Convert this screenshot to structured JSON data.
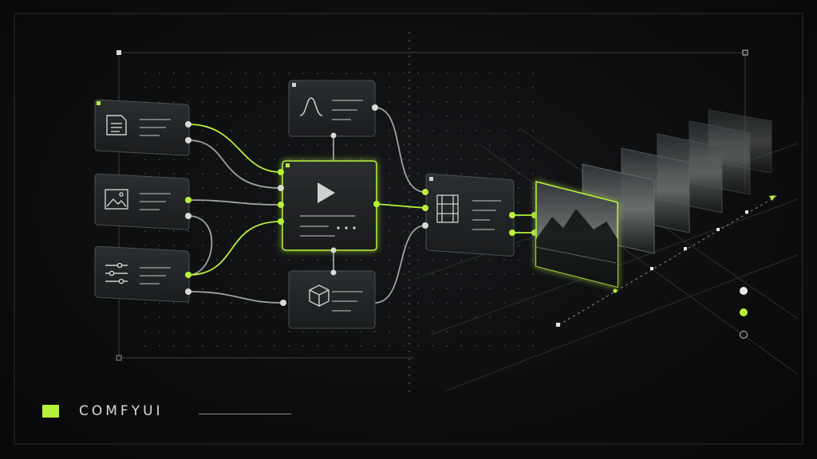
{
  "brand": {
    "name": "COMFYUI",
    "accent": "#b7f23a"
  },
  "nodes": [
    {
      "id": "text-node",
      "icon": "document-icon"
    },
    {
      "id": "image-node",
      "icon": "image-icon"
    },
    {
      "id": "settings-node",
      "icon": "sliders-icon"
    },
    {
      "id": "curve-node",
      "icon": "curve-icon"
    },
    {
      "id": "video-node",
      "icon": "play-icon"
    },
    {
      "id": "model-node",
      "icon": "cube-icon"
    },
    {
      "id": "film-node",
      "icon": "film-icon"
    }
  ],
  "frames": 6,
  "legend_dots": [
    "#e7e9e6",
    "#b7f23a",
    "transparent"
  ]
}
